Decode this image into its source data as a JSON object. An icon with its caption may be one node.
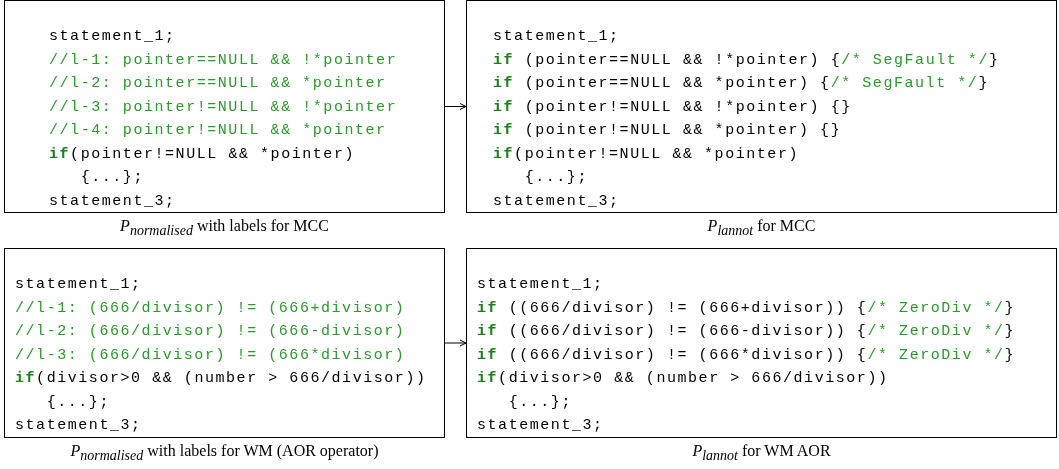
{
  "diagram": {
    "nodes": [
      {
        "text": [
          "statement_1;",
          "//l-1: pointer==NULL && !*pointer",
          "//l-2: pointer==NULL && *pointer",
          "//l-3: pointer!=NULL && !*pointer",
          "//l-4: pointer!=NULL && *pointer",
          "**if**(pointer!=NULL && *pointer)",
          "   {...};",
          "statement_3;"
        ],
        "beside": [
          "*P*$_{normalised}$ with labels for MCC"
        ]
      },
      {
        "text": [
          "statement_1;",
          "**if** (pointer==NULL && !*pointer) {",
          "/* SegFault */}",
          "**if** (pointer==NULL && *pointer) {",
          "/* SegFault */}",
          "**if** (pointer!=NULL && !*pointer) {}",
          "**if** (pointer!=NULL && *pointer) {}",
          "**if**(pointer!=NULL && *pointer)",
          "   {...};",
          "statement_3;"
        ],
        "beside": [
          "*P*$_{lannot}$ for MCC"
        ]
      },
      {
        "text": [
          "statement_1;",
          "//l-1: (666/divisor) != (666+divisor)",
          "//l-2: (666/divisor) != (666-divisor)",
          "//l-3: (666/divisor) != (666*divisor)",
          "**if**(divisor>0 && (number > 666/divisor))",
          "   {...};",
          "statement_3;"
        ],
        "beside": [
          "*P*$_{normalised}$ with labels for WM (AOR operator)"
        ]
      },
      {
        "text": [
          "statement_1;",
          "**if** ((666/divisor) != (666+divisor)) {/* ZeroDiv */}",
          "**if** ((666/divisor) != (666-divisor)) {/* ZeroDiv */}",
          "**if** ((666/divisor) != (666*divisor)) {/* ZeroDiv */}",
          "**if**(divisor>0 && (number > 666/divisor))",
          "   {...};",
          "statement_3;"
        ],
        "beside": [
          "*P*$_{lannot}$ for WM AOR"
        ]
      }
    ],
    "edges": [
      {
        "from": 0,
        "to": 1,
        "arrow": "to"
      },
      {
        "from": 2,
        "to": 3,
        "arrow": "to"
      }
    ]
  }
}
